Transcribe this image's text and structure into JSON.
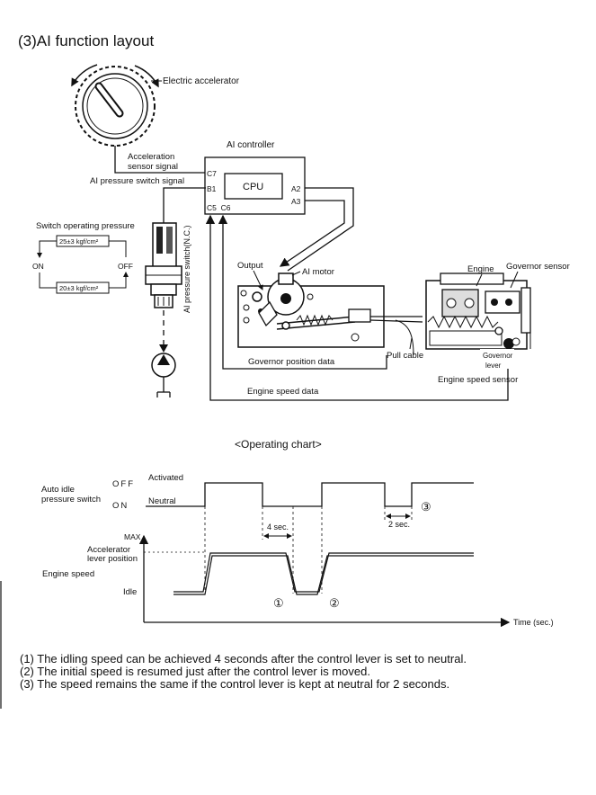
{
  "page_title": "(3)AI function layout",
  "layout": {
    "electric_accelerator_label": "Electric accelerator",
    "acceleration_signal_label": [
      "Acceleration",
      "sensor signal"
    ],
    "pressure_switch_signal_label": "AI pressure switch signal",
    "controller": {
      "title": "AI controller",
      "cpu_label": "CPU",
      "pins": {
        "c7": "C7",
        "b1": "B1",
        "c5c6": "C5  C6",
        "a2": "A2",
        "a3": "A3"
      }
    },
    "switch_pressure": {
      "title": "Switch operating pressure",
      "high": "25±3 kgf/cm²",
      "low": "20±3 kgf/cm²",
      "on": "ON",
      "off": "OFF"
    },
    "pressure_switch_vertical": "AI pressure switch(N.C.)",
    "output_label": "Output",
    "ai_motor_label": "AI motor",
    "pull_cable_label": "Pull cable",
    "governor_position_label": "Governor position data",
    "engine_speed_data_label": "Engine speed data",
    "engine_label": "Engine",
    "governor_sensor_label": "Governor sensor",
    "governor_lever_label": [
      "Governor",
      "lever"
    ],
    "engine_speed_sensor_label": "Engine speed sensor"
  },
  "chart": {
    "title": "<Operating chart>",
    "switch_label": [
      "Auto idle",
      "pressure switch"
    ],
    "off_label": "OFF",
    "on_label": "ON",
    "activated_label": "Activated",
    "neutral_label": "Neutral",
    "max_label": "MAX",
    "accel_label": [
      "Accelerator",
      "lever position"
    ],
    "engine_speed_label": "Engine speed",
    "idle_label": "Idle",
    "four_sec_label": "4 sec.",
    "two_sec_label": "2 sec.",
    "marker1": "①",
    "marker2": "②",
    "marker3": "③",
    "time_label": "Time (sec.)"
  },
  "notes": [
    "(1) The idling speed can be achieved 4 seconds after the control lever is set to neutral.",
    "(2) The initial speed is resumed just after the control lever is moved.",
    "(3) The speed remains the same if the control lever is kept at neutral for 2 seconds."
  ]
}
